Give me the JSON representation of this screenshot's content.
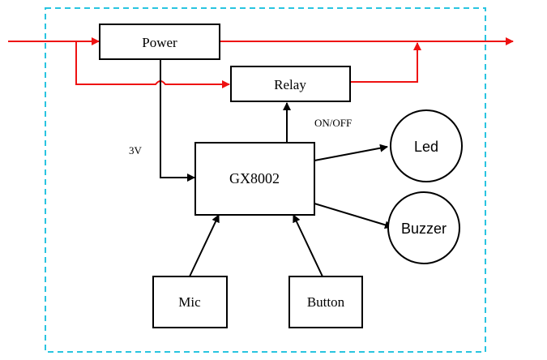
{
  "diagram": {
    "blocks": {
      "power": "Power",
      "relay": "Relay",
      "controller": "GX8002",
      "mic": "Mic",
      "button": "Button",
      "led": "Led",
      "buzzer": "Buzzer"
    },
    "labels": {
      "voltage": "3V",
      "switch": "ON/OFF"
    },
    "colors": {
      "boundary": "#29c4e0",
      "power_line": "#ee1111",
      "signal_line": "#000000",
      "block_stroke": "#000000"
    }
  }
}
